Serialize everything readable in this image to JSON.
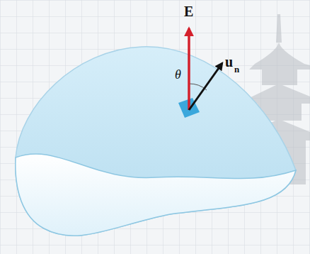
{
  "diagram": {
    "labels": [
      "E",
      "u",
      "n",
      "θ"
    ]
  }
}
